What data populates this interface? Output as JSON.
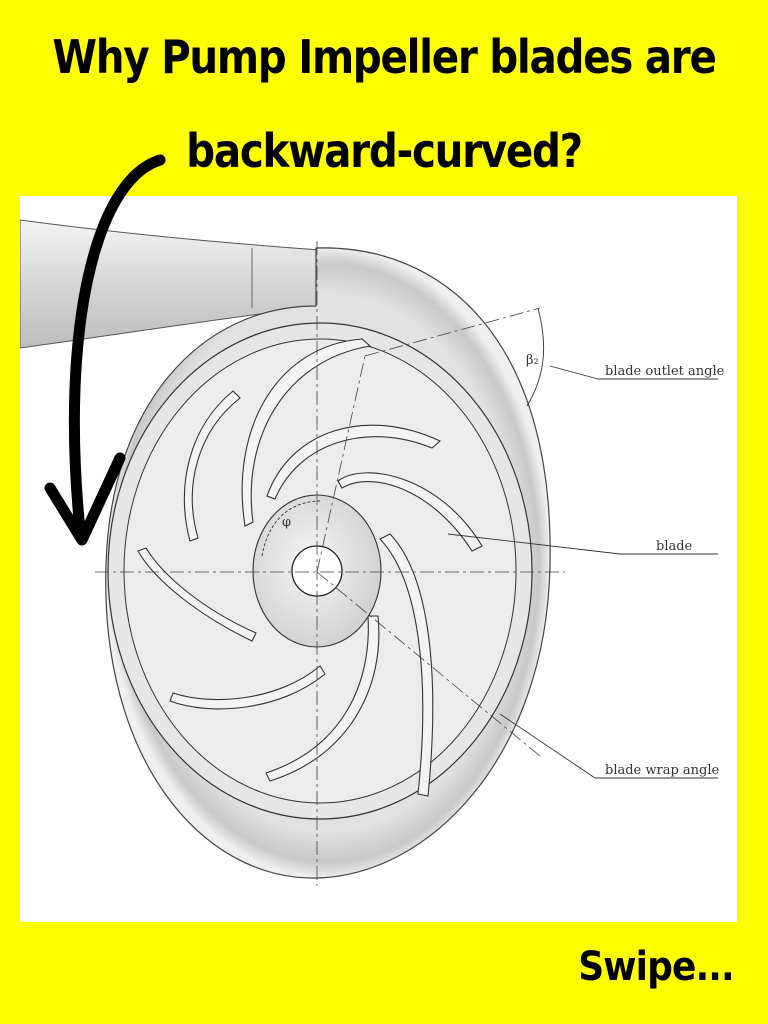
{
  "title": {
    "line1": "Why Pump Impeller blades are",
    "line2": "backward-curved?"
  },
  "diagram": {
    "labels": {
      "outlet_angle_symbol": "β₂",
      "blade_outlet_angle": "blade outlet angle",
      "blade": "blade",
      "blade_wrap_angle": "blade wrap angle",
      "wrap_angle_symbol": "φ"
    }
  },
  "footer": {
    "swipe": "Swipe..."
  },
  "colors": {
    "background": "#FFFF00",
    "text": "#000000",
    "diagram_bg": "#FFFFFF"
  },
  "icons": [
    "curved-arrow-icon"
  ]
}
